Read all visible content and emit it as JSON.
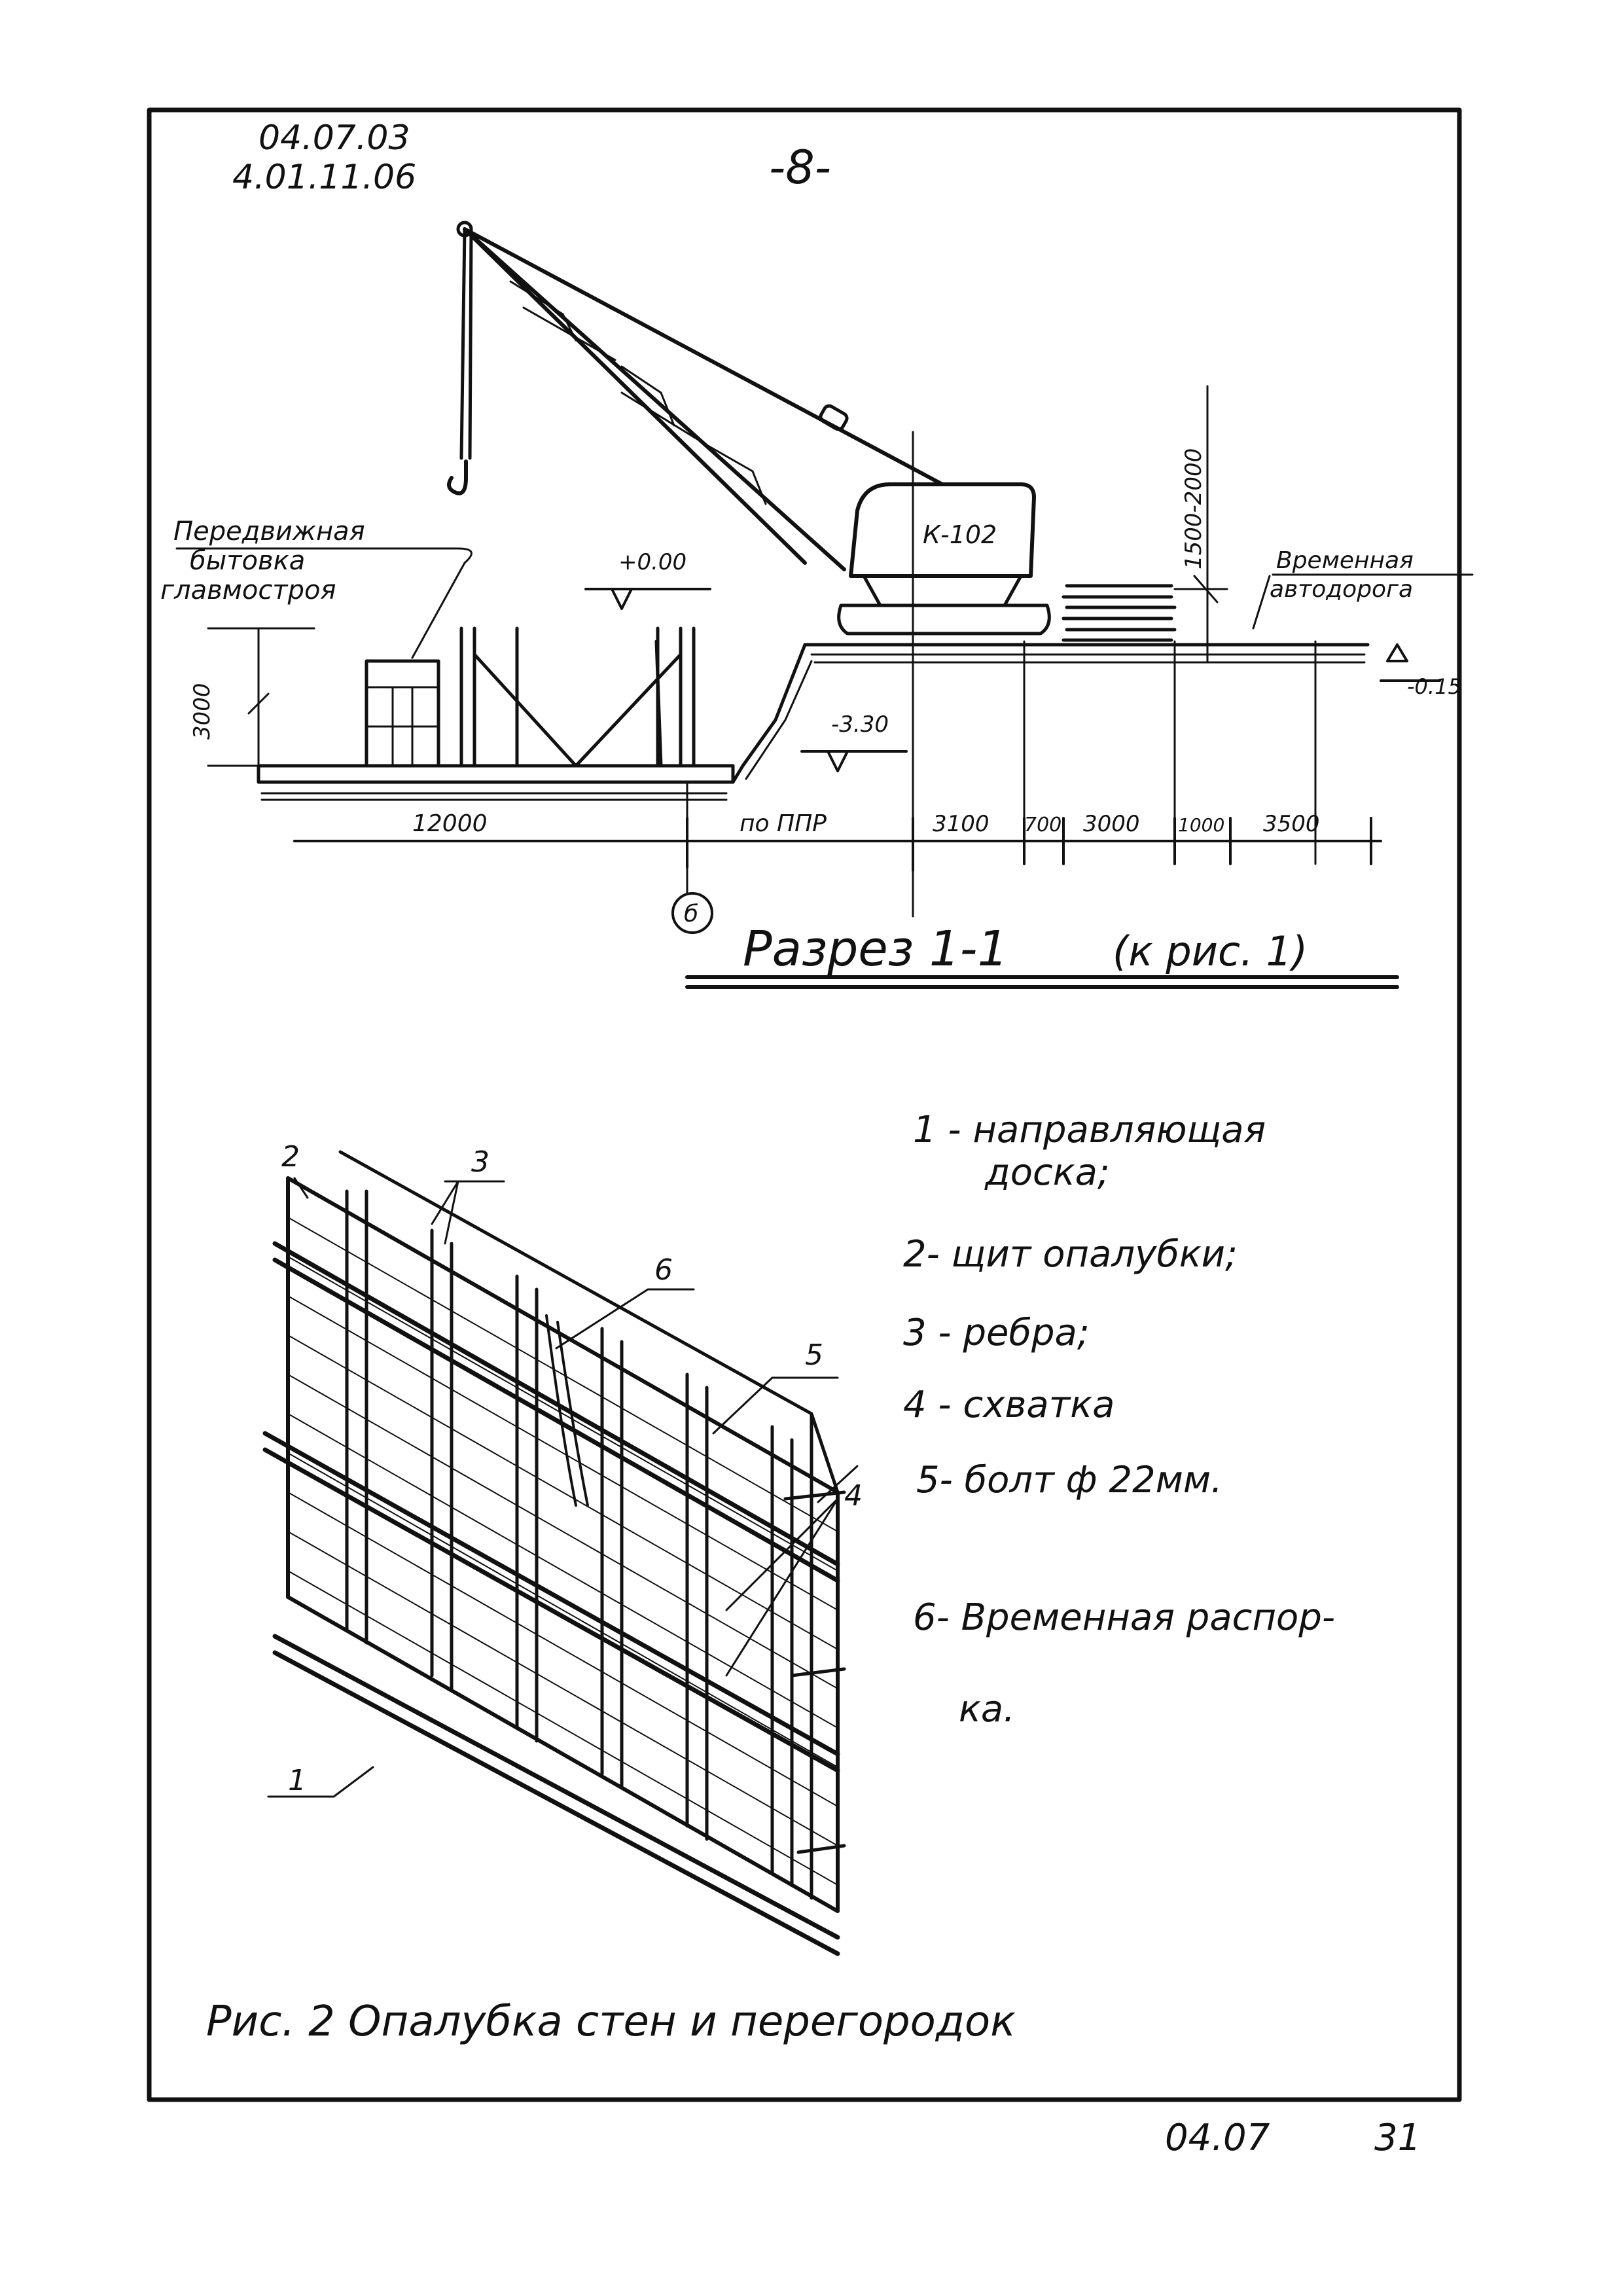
{
  "header": {
    "code_line1": "04.07.03",
    "code_line2": "4.01.11.06",
    "page_marker": "-8-"
  },
  "section": {
    "labels": {
      "mobile_hut": [
        "Передвижная",
        "бытовка",
        "главмостроя"
      ],
      "crane_model": "К-102",
      "temp_road": [
        "Временная",
        "автодорога"
      ],
      "level_top": "+0.00",
      "level_pit": "-3.30",
      "level_road": "-0.15",
      "height_left": "3000",
      "height_crane": "1500-2000"
    },
    "dims": [
      "12000",
      "по ППР",
      "3100",
      "700",
      "3000",
      "1000",
      "3500"
    ],
    "axis_mark": "б",
    "title": "Разрез 1-1",
    "title_ref": "(к рис. 1)"
  },
  "figure2": {
    "callout_numbers": [
      "1",
      "2",
      "3",
      "4",
      "5",
      "6"
    ],
    "legend": [
      "1 - направляющая",
      "доска;",
      "2- щит опалубки;",
      "3 - ребра;",
      "4 - схватка",
      "5- болт ф 22мм.",
      "6- Временная распор-",
      "ка."
    ],
    "caption": "Рис. 2 Опалубка стен и перегородок"
  },
  "footer": {
    "code": "04.07",
    "page": "31"
  }
}
